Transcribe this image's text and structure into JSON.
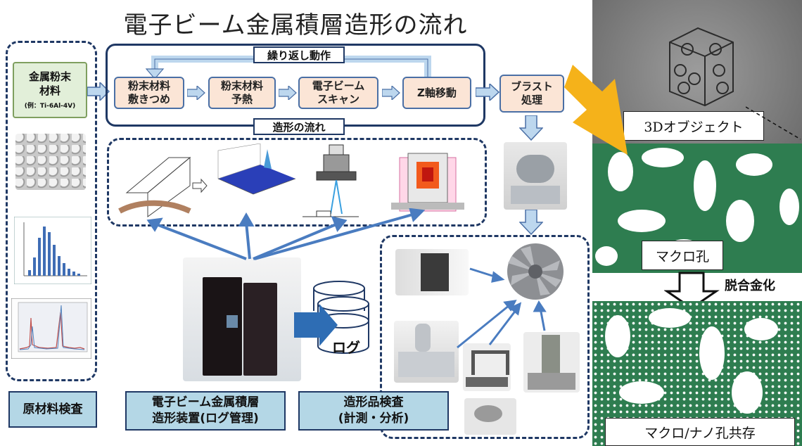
{
  "title": "電子ビーム金属積層造形の流れ",
  "flow": {
    "repeat_label": "繰り返し動作",
    "flow_label": "造形の流れ",
    "steps": [
      "粉末材料\n敷きつめ",
      "粉末材料\n予熱",
      "電子ビーム\nスキャン",
      "Z軸移動"
    ]
  },
  "material": {
    "name": "金属粉末\n材料",
    "example": "(例：Ti-6Al-4V)"
  },
  "blast": "ブラスト\n処理",
  "log_label": "ログ",
  "bottom_boxes": {
    "raw": "原材料検査",
    "machine": "電子ビーム金属積層\n造形装置(ログ管理)",
    "product": "造形品検査\n(計測・分析)"
  },
  "right_panel": {
    "object_caption": "3Dオブジェクト",
    "macro_caption": "マクロ孔",
    "dealloy_label": "脱合金化",
    "macro_nano_caption": "マクロ/ナノ孔共存"
  },
  "colors": {
    "dash_border": "#1f3864",
    "step_fill": "#fbe5d6",
    "arrow_fill": "#bdd7ee",
    "bottom_fill": "#b4d7e6",
    "material_fill": "#e2efd9",
    "micrograph_green": "#2e7d50",
    "yellow_arrow": "#f5b21a"
  }
}
